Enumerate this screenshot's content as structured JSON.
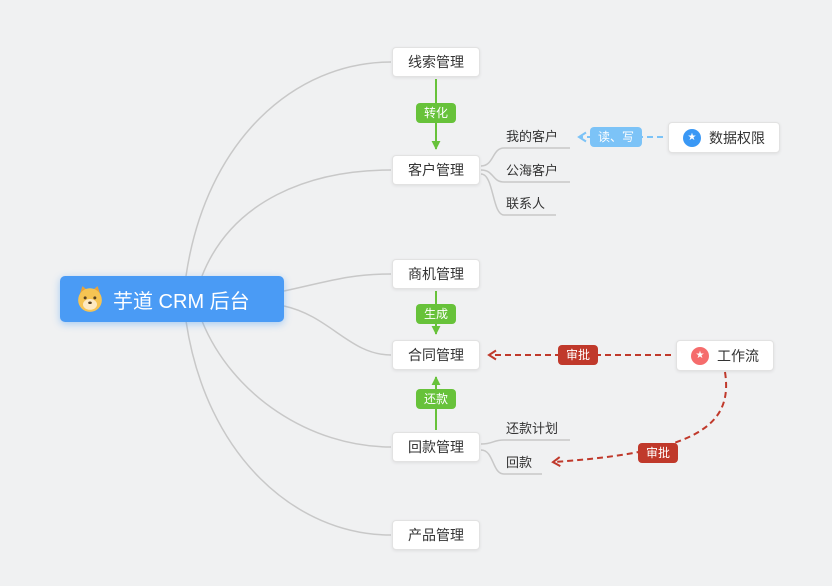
{
  "colors": {
    "background": "#f0f1f2",
    "root_bg": "#4a9bf5",
    "green": "#67c23a",
    "red": "#c0392b",
    "blue_badge": "#7cc3f7",
    "blue_icon": "#3a98f5",
    "pink_icon": "#f56c6c",
    "line_gray": "#c8c8c8"
  },
  "root": {
    "label": "芋道 CRM 后台"
  },
  "modules": [
    {
      "label": "线索管理"
    },
    {
      "label": "客户管理"
    },
    {
      "label": "商机管理"
    },
    {
      "label": "合同管理"
    },
    {
      "label": "回款管理"
    },
    {
      "label": "产品管理"
    }
  ],
  "customer_children": [
    {
      "label": "我的客户"
    },
    {
      "label": "公海客户"
    },
    {
      "label": "联系人"
    }
  ],
  "receivable_children": [
    {
      "label": "还款计划"
    },
    {
      "label": "回款"
    }
  ],
  "edge_labels": {
    "convert": "转化",
    "generate": "生成",
    "repay": "还款",
    "approve_contract": "审批",
    "approve_receivable": "审批",
    "read_write": "读、写"
  },
  "side_nodes": {
    "data_permission": {
      "label": "数据权限"
    },
    "workflow": {
      "label": "工作流"
    }
  }
}
